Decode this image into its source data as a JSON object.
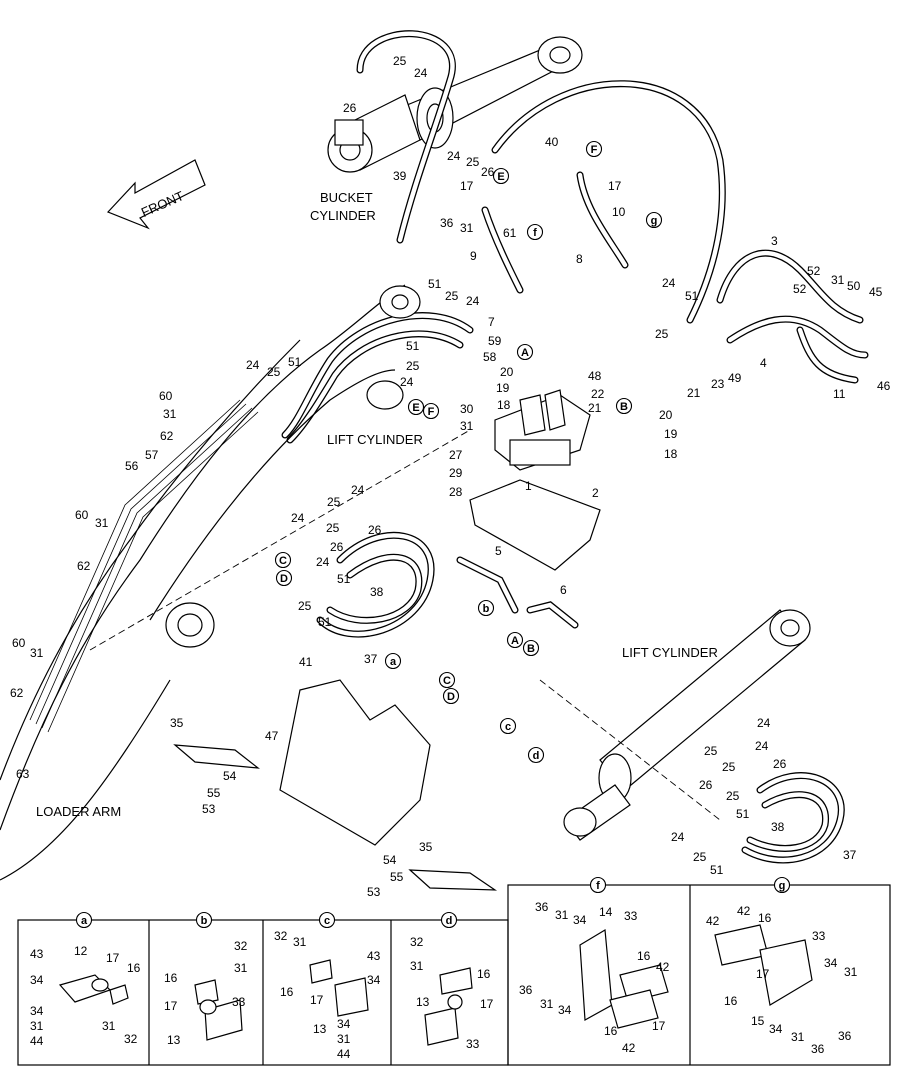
{
  "labels": {
    "front": "FRONT",
    "bucket_cylinder_1": "BUCKET",
    "bucket_cylinder_2": "CYLINDER",
    "lift_cylinder_upper": "LIFT CYLINDER",
    "lift_cylinder_lower": "LIFT CYLINDER",
    "loader_arm": "LOADER ARM"
  },
  "main_callouts": [
    "25",
    "24",
    "26",
    "40",
    "24",
    "25",
    "26",
    "39",
    "17",
    "36",
    "31",
    "61",
    "9",
    "25",
    "24",
    "51",
    "7",
    "59",
    "58",
    "51",
    "25",
    "24",
    "24",
    "51",
    "25",
    "60",
    "31",
    "62",
    "56",
    "57",
    "20",
    "19",
    "18",
    "30",
    "31",
    "27",
    "29",
    "28",
    "1",
    "2",
    "48",
    "22",
    "21",
    "20",
    "19",
    "18",
    "23",
    "49",
    "21",
    "4",
    "3",
    "52",
    "31",
    "50",
    "45",
    "52",
    "46",
    "11",
    "10",
    "17",
    "8",
    "24",
    "51",
    "25",
    "24",
    "25",
    "26",
    "24",
    "25",
    "26",
    "51",
    "24",
    "25",
    "51",
    "38",
    "37",
    "5",
    "6",
    "60",
    "31",
    "62",
    "60",
    "31",
    "62",
    "63",
    "41",
    "47",
    "35",
    "54",
    "55",
    "53",
    "35",
    "54",
    "55",
    "53",
    "24",
    "25",
    "24",
    "25",
    "26",
    "26",
    "25",
    "51",
    "24",
    "25",
    "51",
    "38",
    "37"
  ],
  "circle_tags": [
    "F",
    "E",
    "f",
    "g",
    "A",
    "B",
    "E",
    "F",
    "C",
    "D",
    "b",
    "A",
    "B",
    "a",
    "C",
    "D",
    "c",
    "d"
  ],
  "detail_views": [
    {
      "tag": "a",
      "labels": [
        "43",
        "12",
        "17",
        "16",
        "34",
        "34",
        "31",
        "31",
        "44",
        "32"
      ]
    },
    {
      "tag": "b",
      "labels": [
        "32",
        "31",
        "16",
        "33",
        "17",
        "13"
      ]
    },
    {
      "tag": "c",
      "labels": [
        "32",
        "31",
        "43",
        "16",
        "17",
        "34",
        "34",
        "13",
        "31",
        "44"
      ]
    },
    {
      "tag": "d",
      "labels": [
        "32",
        "31",
        "16",
        "13",
        "17",
        "33"
      ]
    },
    {
      "tag": "f",
      "labels": [
        "36",
        "31",
        "34",
        "14",
        "33",
        "16",
        "42",
        "36",
        "31",
        "34",
        "16",
        "17",
        "42"
      ]
    },
    {
      "tag": "g",
      "labels": [
        "42",
        "42",
        "16",
        "33",
        "17",
        "34",
        "31",
        "16",
        "15",
        "34",
        "31",
        "36",
        "36"
      ]
    }
  ]
}
